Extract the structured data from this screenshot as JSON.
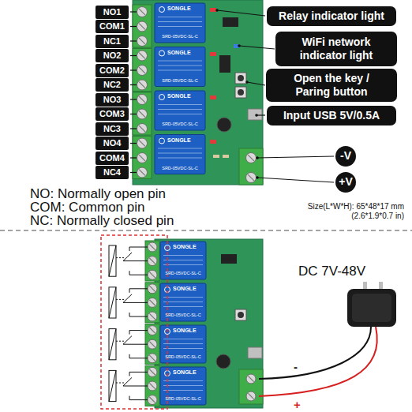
{
  "diagram": {
    "nodes": [
      {
        "text": [
          "NO1"
        ]
      },
      {
        "text": [
          "COM1"
        ]
      },
      {
        "text": [
          "NC1"
        ]
      },
      {
        "text": [
          "NO2"
        ]
      },
      {
        "text": [
          "COM2"
        ]
      },
      {
        "text": [
          "NC2"
        ]
      },
      {
        "text": [
          "NO3"
        ]
      },
      {
        "text": [
          "COM3"
        ]
      },
      {
        "text": [
          "NC3"
        ]
      },
      {
        "text": [
          "NO4"
        ]
      },
      {
        "text": [
          "COM4"
        ]
      },
      {
        "text": [
          "NC4"
        ]
      },
      {
        "text": [
          "Relay indicator light"
        ]
      },
      {
        "text": [
          "WiFi network indicator light"
        ]
      },
      {
        "text": [
          "Open the key / Paring button"
        ]
      },
      {
        "text": [
          "Input USB 5V/0.5A"
        ]
      },
      {
        "text": [
          "-V"
        ]
      },
      {
        "text": [
          "+V"
        ]
      }
    ],
    "labels": [
      "NO: Normally open pin",
      "COM: Common pin",
      "NC: Normally closed pin",
      "Size(L*W*H): 65*48*17 mm (2.6*1.9*0.7 in)",
      "DC 7V-48V",
      "-",
      "+",
      "SONGLE",
      "SRD-05VDC-SL-C",
      "SONGLE",
      "SRD-05VDC-SL-C",
      "SONGLE",
      "SRD-05VDC-SL-C",
      "SONGLE",
      "SRD-05VDC-SL-C",
      "SONGLE",
      "SRD-05VDC-SL-C",
      "SONGLE",
      "SRD-05VDC-SL-C",
      "SONGLE",
      "SRD-05VDC-SL-C",
      "SONGLE",
      "SRD-05VDC-SL-C"
    ]
  }
}
